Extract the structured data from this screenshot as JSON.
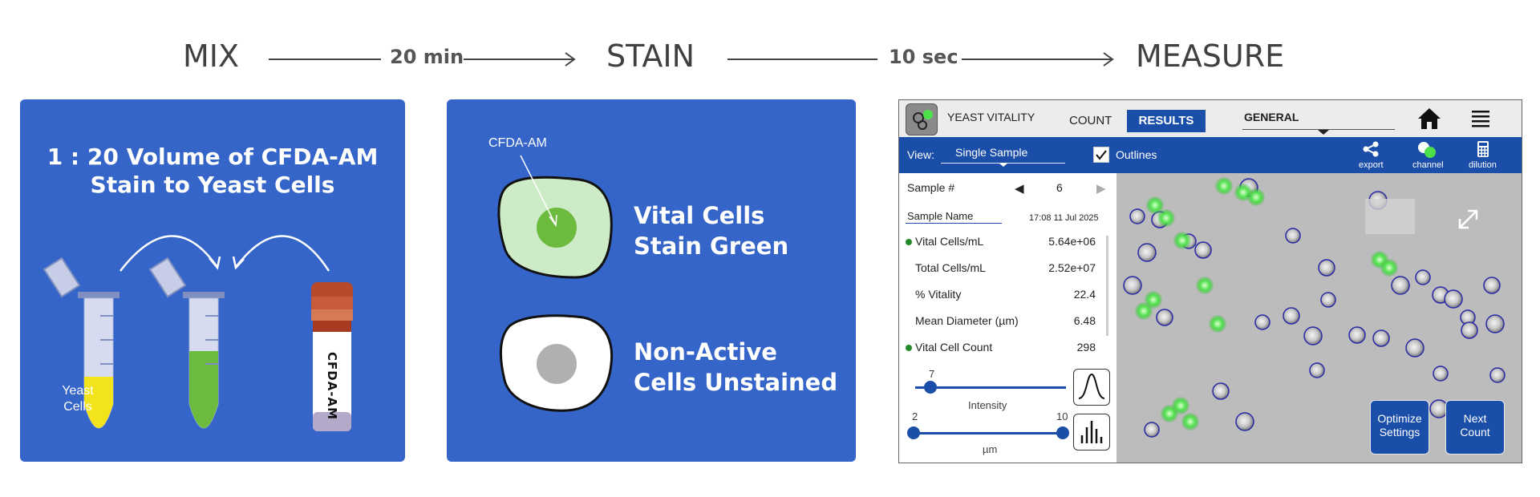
{
  "flow": {
    "steps": [
      "MIX",
      "STAIN",
      "MEASURE"
    ],
    "durations": [
      "20 min",
      "10 sec"
    ]
  },
  "mix": {
    "title_line1": "1 : 20 Volume of CFDA-AM",
    "title_line2": "Stain to Yeast Cells",
    "yeast_label_1": "Yeast",
    "yeast_label_2": "Cells",
    "vial_label": "CFDA-AM",
    "colors": {
      "yeast": "#f2e31b",
      "stained": "#6dbb3e",
      "vial_cap": "#b8492a"
    }
  },
  "stain": {
    "pointer_label": "CFDA-AM",
    "vital_line1": "Vital Cells",
    "vital_line2": "Stain Green",
    "nonactive_line1": "Non-Active",
    "nonactive_line2": "Cells Unstained",
    "colors": {
      "cell_vital": "#cdebc6",
      "nucleus_vital": "#6dbb3e",
      "nucleus_dead": "#b0b0b0"
    }
  },
  "app": {
    "title": "YEAST VITALITY",
    "tab_count": "COUNT",
    "tab_results": "RESULTS",
    "general": "GENERAL",
    "view_label": "View:",
    "view_value": "Single Sample",
    "outlines_label": "Outlines",
    "outlines_checked": true,
    "tool_export": "export",
    "tool_channel": "channel",
    "tool_dilution": "dilution",
    "sample_label": "Sample #",
    "sample_value": "6",
    "sample_name_label": "Sample Name",
    "timestamp": "17:08 11 Jul 2025",
    "results": [
      {
        "label": "Vital Cells/mL",
        "value": "5.64e+06",
        "dot": true
      },
      {
        "label": "Total Cells/mL",
        "value": "2.52e+07",
        "dot": false
      },
      {
        "label": "% Vitality",
        "value": "22.4",
        "dot": false
      },
      {
        "label": "Mean Diameter (µm)",
        "value": "6.48",
        "dot": false
      },
      {
        "label": "Vital Cell Count",
        "value": "298",
        "dot": true
      }
    ],
    "intensity_value": "7",
    "intensity_label": "Intensity",
    "size_min": "2",
    "size_max": "10",
    "size_unit": "µm",
    "btn_optimize_1": "Optimize",
    "btn_optimize_2": "Settings",
    "btn_next_1": "Next",
    "btn_next_2": "Count",
    "colors": {
      "accent": "#1a4ea8",
      "vital_dot": "#1f8a2a",
      "outline": "#2a2aa8",
      "fluor": "#4ee04a"
    }
  }
}
